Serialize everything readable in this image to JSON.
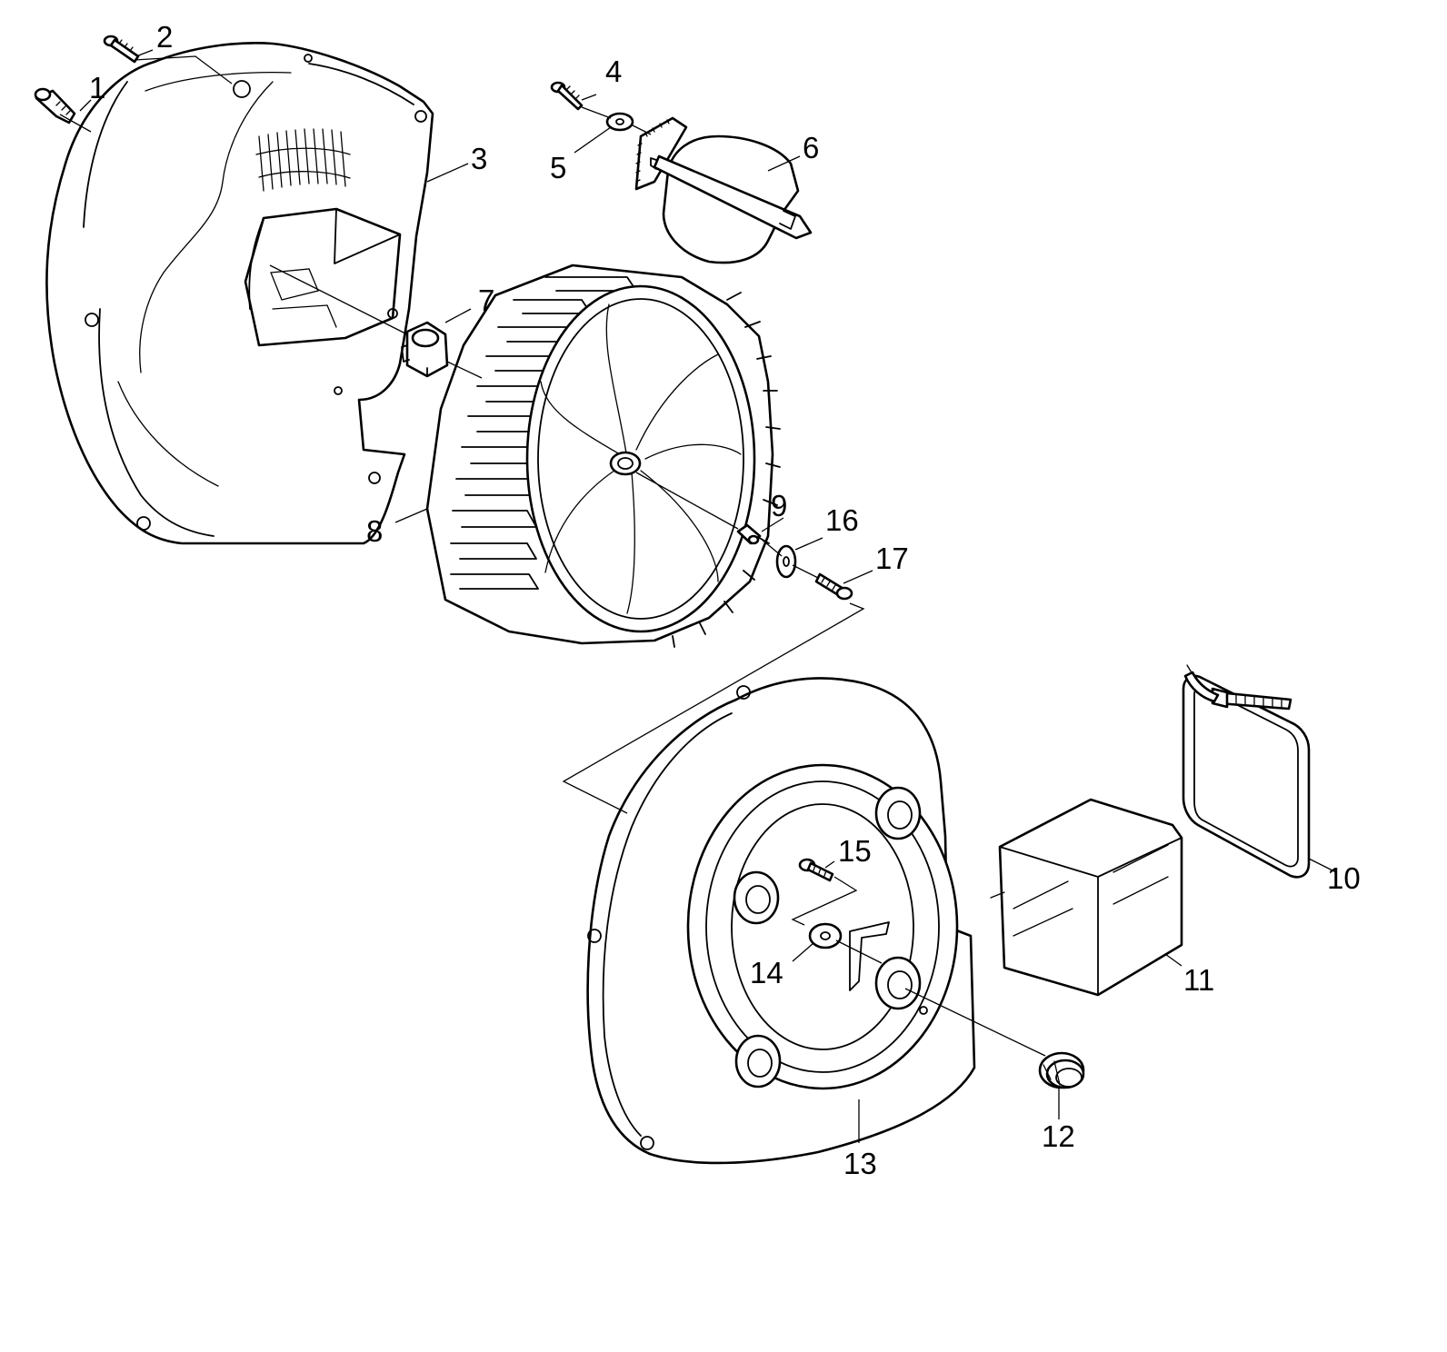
{
  "diagram": {
    "colors": {
      "line": "#000000",
      "background": "#ffffff"
    },
    "callouts": [
      {
        "id": "1",
        "label": "1",
        "part": "bolt"
      },
      {
        "id": "2",
        "label": "2",
        "part": "screw"
      },
      {
        "id": "3",
        "label": "3",
        "part": "fan-housing-rear"
      },
      {
        "id": "4",
        "label": "4",
        "part": "screw"
      },
      {
        "id": "5",
        "label": "5",
        "part": "washer"
      },
      {
        "id": "6",
        "label": "6",
        "part": "flap-with-shaft"
      },
      {
        "id": "7",
        "label": "7",
        "part": "hub-coupling"
      },
      {
        "id": "8",
        "label": "8",
        "part": "fan-wheel"
      },
      {
        "id": "9",
        "label": "9",
        "part": "pin"
      },
      {
        "id": "10",
        "label": "10",
        "part": "frame-with-cable-tie"
      },
      {
        "id": "11",
        "label": "11",
        "part": "filter-box"
      },
      {
        "id": "12",
        "label": "12",
        "part": "grommet"
      },
      {
        "id": "13",
        "label": "13",
        "part": "fan-housing-cover"
      },
      {
        "id": "14",
        "label": "14",
        "part": "washer"
      },
      {
        "id": "15",
        "label": "15",
        "part": "screw"
      },
      {
        "id": "16",
        "label": "16",
        "part": "washer"
      },
      {
        "id": "17",
        "label": "17",
        "part": "screw"
      }
    ]
  }
}
